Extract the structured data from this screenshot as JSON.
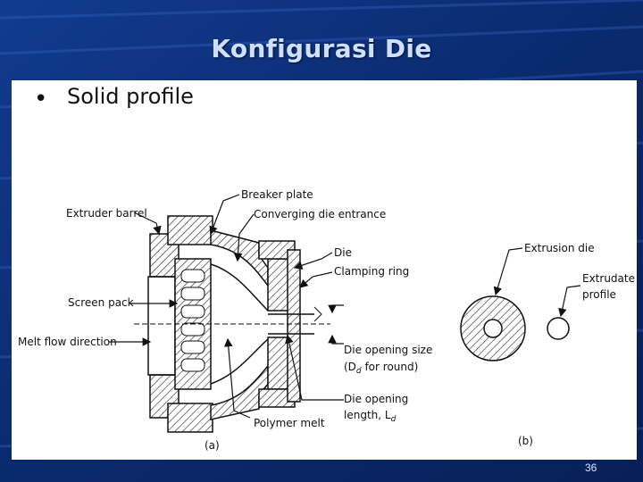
{
  "slide": {
    "title": "Konfigurasi Die",
    "bullet": "Solid profile",
    "page_number": "36"
  },
  "diagram": {
    "labels": {
      "extruder_barrel": "Extruder barrel",
      "breaker_plate": "Breaker plate",
      "converging_die_entrance": "Converging die entrance",
      "die": "Die",
      "clamping_ring": "Clamping ring",
      "screen_pack": "Screen pack",
      "melt_flow_direction": "Melt flow direction",
      "die_opening_size": "Die opening size",
      "die_opening_size_note": "(D",
      "die_opening_size_sub": "d",
      "die_opening_size_tail": " for round)",
      "die_opening_length": "Die opening",
      "die_opening_length_2": "length, L",
      "die_opening_length_sub": "d",
      "polymer_melt": "Polymer melt",
      "extrusion_die": "Extrusion die",
      "extrudate": "Extrudate",
      "profile": "profile",
      "caption_a": "(a)",
      "caption_b": "(b)"
    }
  },
  "colors": {
    "background": "#0a2a6e",
    "title": "#cfe0ff",
    "panel": "#ffffff"
  }
}
